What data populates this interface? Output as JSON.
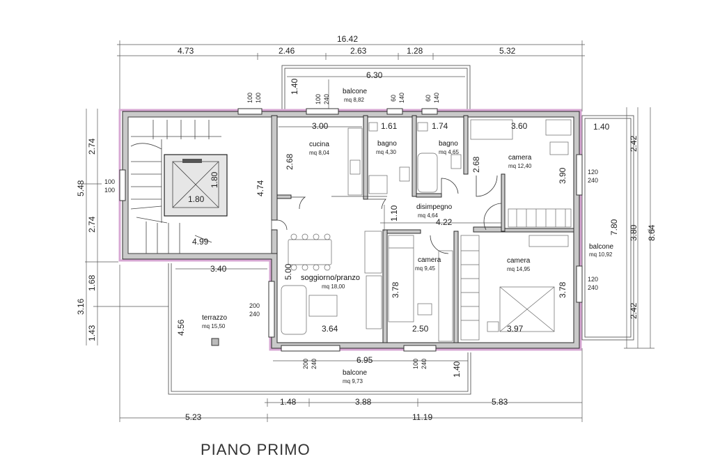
{
  "title": "PIANO PRIMO",
  "top_dims": {
    "total": "16.42",
    "d1": "4.73",
    "d2": "2.46",
    "d3": "2.63",
    "d4": "1.28",
    "d5": "5.32",
    "balcony_top": "6.30"
  },
  "bottom_dims": {
    "b1": "1.48",
    "b2": "3.88",
    "b3": "5.83",
    "b4": "5.23",
    "b5": "11.19",
    "balcony_bottom": "6.95"
  },
  "left_dims": {
    "l1": "2.74",
    "l2": "5.48",
    "l3": "2.74",
    "l4": "1.68",
    "l5": "3.16",
    "l6": "1.43"
  },
  "right_dims": {
    "r1": "2.42",
    "r2": "7.80",
    "r3": "3.80",
    "r4": "8.64",
    "r5": "2.42"
  },
  "interior_dims": {
    "stair_h": "4.74",
    "stair_w": "4.99",
    "lift_w": "1.80",
    "lift_h": "1.80",
    "kitchen_w": "3.00",
    "kitchen_h": "2.68",
    "bath1_w": "1.61",
    "bath2_w": "1.74",
    "bath_h": "2.68",
    "bed1_w": "3.60",
    "bed1_h": "3.90",
    "hall_w": "4.22",
    "hall_h": "1.10",
    "living_h": "5.00",
    "living_w": "3.64",
    "terrace_w": "3.40",
    "terrace_h": "4.56",
    "bed2_h": "3.78",
    "bed2_w": "2.50",
    "bed3_h": "3.78",
    "bed3_w": "3.97",
    "balcony_top_depth": "1.40",
    "balcony_right_w": "1.40",
    "balcony_bottom_depth": "1.40"
  },
  "windows": {
    "w_top_stair": [
      "100",
      "100"
    ],
    "w_top_kitchen": [
      "100",
      "240"
    ],
    "w_top_bath1": [
      "60",
      "140"
    ],
    "w_top_bath2": [
      "60",
      "140"
    ],
    "w_left_stair": [
      "100",
      "100"
    ],
    "w_right_bed1": [
      "120",
      "240"
    ],
    "w_right_bed3": [
      "120",
      "240"
    ],
    "w_left_living": [
      "200",
      "240"
    ],
    "w_bottom_living": [
      "200",
      "240"
    ],
    "w_bottom_bed2": [
      "100",
      "240"
    ]
  },
  "rooms": {
    "kitchen": {
      "name": "cucina",
      "area": "mq 8,04"
    },
    "bath1": {
      "name": "bagno",
      "area": "mq 4,30"
    },
    "bath2": {
      "name": "bagno",
      "area": "mq 4,65"
    },
    "bed1": {
      "name": "camera",
      "area": "mq 12,40"
    },
    "hall": {
      "name": "disimpegno",
      "area": "mq 4,64"
    },
    "living": {
      "name": "soggiorno/pranzo",
      "area": "mq 18,00"
    },
    "bed2": {
      "name": "camera",
      "area": "mq 9,45"
    },
    "bed3": {
      "name": "camera",
      "area": "mq 14,95"
    },
    "terrace": {
      "name": "terrazzo",
      "area": "mq 15,50"
    },
    "balcony_top": {
      "name": "balcone",
      "area": "mq 8,82"
    },
    "balcony_right": {
      "name": "balcone",
      "area": "mq 10,92"
    },
    "balcony_bottom": {
      "name": "balcone",
      "area": "mq 9,73"
    }
  }
}
